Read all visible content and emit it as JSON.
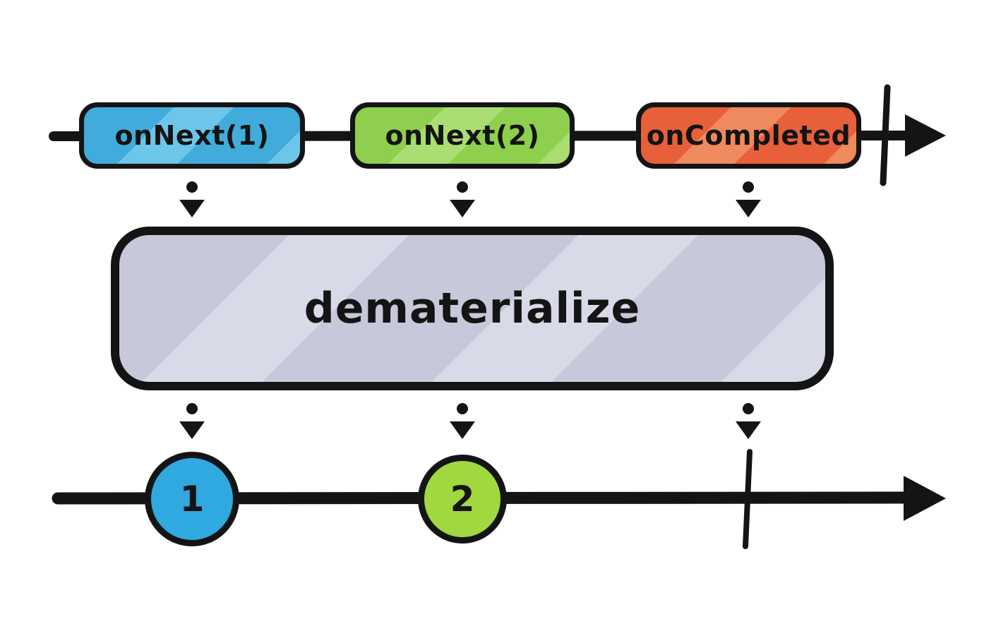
{
  "diagram": {
    "ink_color": "#141414",
    "operator": {
      "label": "dematerialize",
      "fill": "#c7c8d9",
      "stripe": "#d9dae8"
    },
    "source_timeline": {
      "events": [
        {
          "label": "onNext(1)",
          "color": "#41abdc",
          "stripe": "#6ec5ea"
        },
        {
          "label": "onNext(2)",
          "color": "#8ecf4e",
          "stripe": "#aade72"
        },
        {
          "label": "onCompleted",
          "color": "#e8603a",
          "stripe": "#ef8a5e"
        }
      ],
      "completed": true
    },
    "output_timeline": {
      "marbles": [
        {
          "label": "1",
          "color": "#2fa9df"
        },
        {
          "label": "2",
          "color": "#a2d83f"
        }
      ],
      "completed": true
    }
  }
}
